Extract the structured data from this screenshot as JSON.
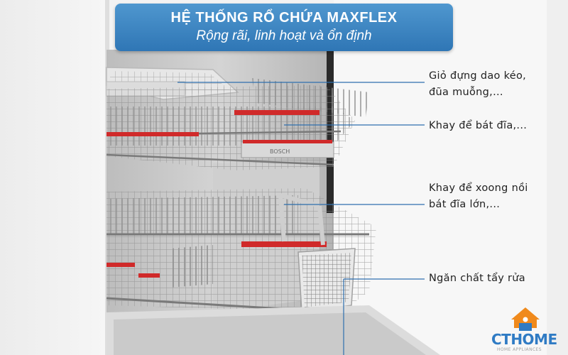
{
  "banner": {
    "title": "HỆ THỐNG RỔ CHỨA MAXFLEX",
    "subtitle": "Rộng rãi, linh hoạt và ổn định"
  },
  "callouts": [
    {
      "line1": "Giỏ đựng dao kéo,",
      "line2": "đũa muỗng,..."
    },
    {
      "line1": "Khay để bát đĩa,..."
    },
    {
      "line1": "Khay để xoong nồi",
      "line2": "bát đĩa lớn,..."
    },
    {
      "line1": "Ngăn chất tẩy rửa"
    }
  ],
  "product": {
    "brand_plate": "BOSCH"
  },
  "logo": {
    "name": "CTHOME",
    "tagline": "HOME APPLIANCES"
  },
  "colors": {
    "banner": "#3a84c2",
    "callout_line": "#2f6fae",
    "rack_wire": "#8a8a8a",
    "rack_accent": "#d02a2a",
    "logo_blue": "#2f7bc4",
    "logo_orange": "#f08a1c"
  },
  "icons": {
    "logo_mark": "house-icon"
  }
}
